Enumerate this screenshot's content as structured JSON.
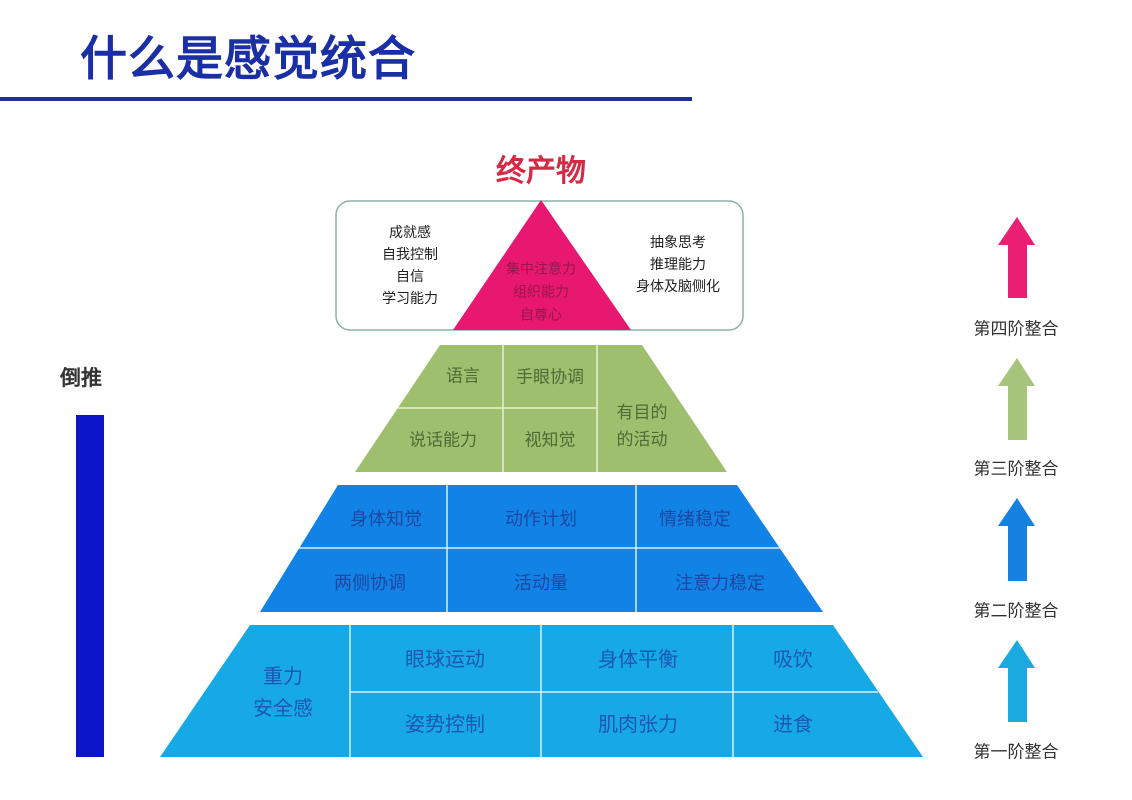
{
  "title": "什么是感觉统合",
  "final_product": {
    "label": "终产物",
    "left_items": [
      "成就感",
      "自我控制",
      "自信",
      "学习能力"
    ],
    "triangle_items": [
      "集中注意力",
      "组织能力",
      "自尊心"
    ],
    "right_items": [
      "抽象思考",
      "推理能力",
      "身体及脑侧化"
    ]
  },
  "reverse": {
    "label": "倒推"
  },
  "levels": {
    "third": {
      "cells": {
        "language": "语言",
        "hand_eye": "手眼协调",
        "speaking": "说话能力",
        "visual": "视知觉",
        "purposeful_1": "有目的",
        "purposeful_2": "的活动"
      }
    },
    "second": {
      "cells": [
        "身体知觉",
        "动作计划",
        "情绪稳定",
        "两侧协调",
        "活动量",
        "注意力稳定"
      ]
    },
    "first": {
      "gravity_1": "重力",
      "gravity_2": "安全感",
      "cells": [
        "眼球运动",
        "身体平衡",
        "吸饮",
        "姿势控制",
        "肌肉张力",
        "进食"
      ]
    }
  },
  "stages": [
    {
      "label": "第四阶整合"
    },
    {
      "label": "第三阶整合"
    },
    {
      "label": "第二阶整合"
    },
    {
      "label": "第一阶整合"
    }
  ],
  "colors": {
    "title": "#1a2ea6",
    "final_label": "#d42a45",
    "pink": "#e8176f",
    "green": "#9dbf6e",
    "blue": "#1183e6",
    "light_blue": "#17a8e6",
    "reverse_bar": "#0a14c8",
    "box_border": "#8bb0a8",
    "divider": "#d8f0ff",
    "green_divider": "#e4f0d0",
    "arrow_pink": "#ea1f74",
    "arrow_green": "#a6c47c",
    "arrow_blue": "#1681e0",
    "arrow_light_blue": "#1aaae0"
  }
}
